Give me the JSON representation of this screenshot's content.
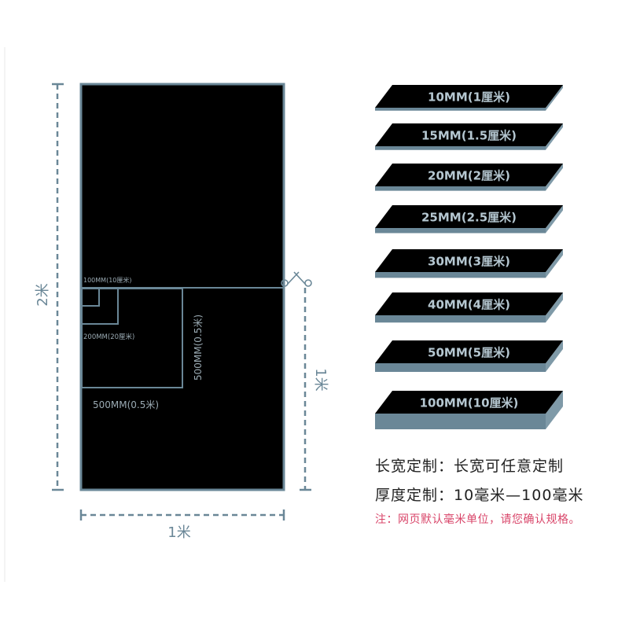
{
  "board": {
    "height_label": "2米",
    "width_label": "1米",
    "half_label": "1米",
    "sq_100_label": "100MM(10厘米)",
    "sq_200_label": "200MM(20厘米)",
    "sq_500_bottom_label": "500MM(0.5米)",
    "sq_500_side_label": "500MM(0.5米)"
  },
  "thickness_options": [
    {
      "label": "10MM(1厘米)",
      "thickness_mm": 10
    },
    {
      "label": "15MM(1.5厘米)",
      "thickness_mm": 15
    },
    {
      "label": "20MM(2厘米)",
      "thickness_mm": 20
    },
    {
      "label": "25MM(2.5厘米)",
      "thickness_mm": 25
    },
    {
      "label": "30MM(3厘米)",
      "thickness_mm": 30
    },
    {
      "label": "40MM(4厘米)",
      "thickness_mm": 40
    },
    {
      "label": "50MM(5厘米)",
      "thickness_mm": 50
    },
    {
      "label": "100MM(10厘米)",
      "thickness_mm": 100
    }
  ],
  "specs": {
    "size_line": "长宽定制：长宽可任意定制",
    "thickness_line": "厚度定制：10毫米—100毫米",
    "note": "注：网页默认毫米单位，请您确认规格。"
  },
  "colors": {
    "board": "#000000",
    "edge": "#6a8797",
    "dim": "#6a8797",
    "note": "#d9466a"
  }
}
